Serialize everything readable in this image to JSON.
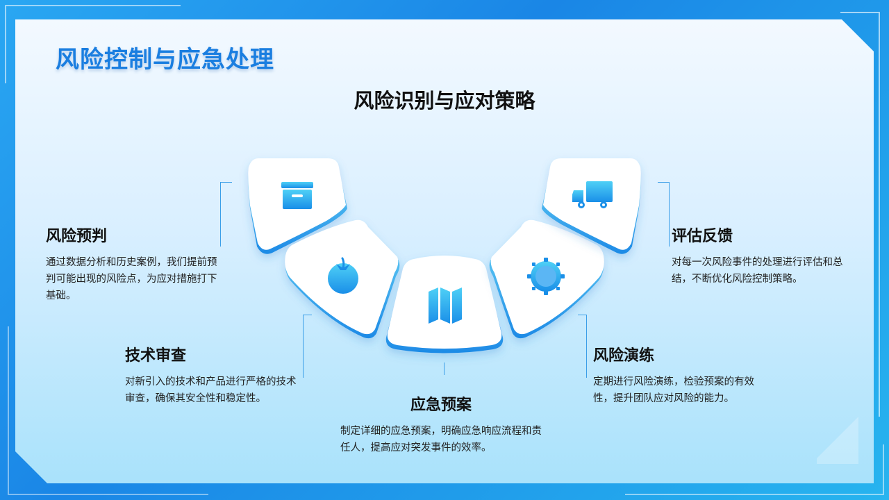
{
  "header": {
    "title": "风险控制与应急处理"
  },
  "section": {
    "title": "风险识别与应对策略"
  },
  "items": [
    {
      "title": "风险预判",
      "desc": "通过数据分析和历史案例，我们提前预判可能出现的风险点，为应对措施打下基础。",
      "icon": "box-icon"
    },
    {
      "title": "技术审查",
      "desc": "对新引入的技术和产品进行严格的技术审查，确保其安全性和稳定性。",
      "icon": "tomato-icon"
    },
    {
      "title": "应急预案",
      "desc": "制定详细的应急预案，明确应急响应流程和责任人，提高应对突发事件的效率。",
      "icon": "map-icon"
    },
    {
      "title": "风险演练",
      "desc": "定期进行风险演练，检验预案的有效性，提升团队应对风险的能力。",
      "icon": "sun-icon"
    },
    {
      "title": "评估反馈",
      "desc": "对每一次风险事件的处理进行评估和总结，不断优化风险控制策略。",
      "icon": "truck-icon"
    }
  ],
  "colors": {
    "accent": "#1a7ee0",
    "icon_gradient_top": "#4fd0f6",
    "icon_gradient_bottom": "#1a8fe8",
    "frame": "#1e90e8"
  }
}
